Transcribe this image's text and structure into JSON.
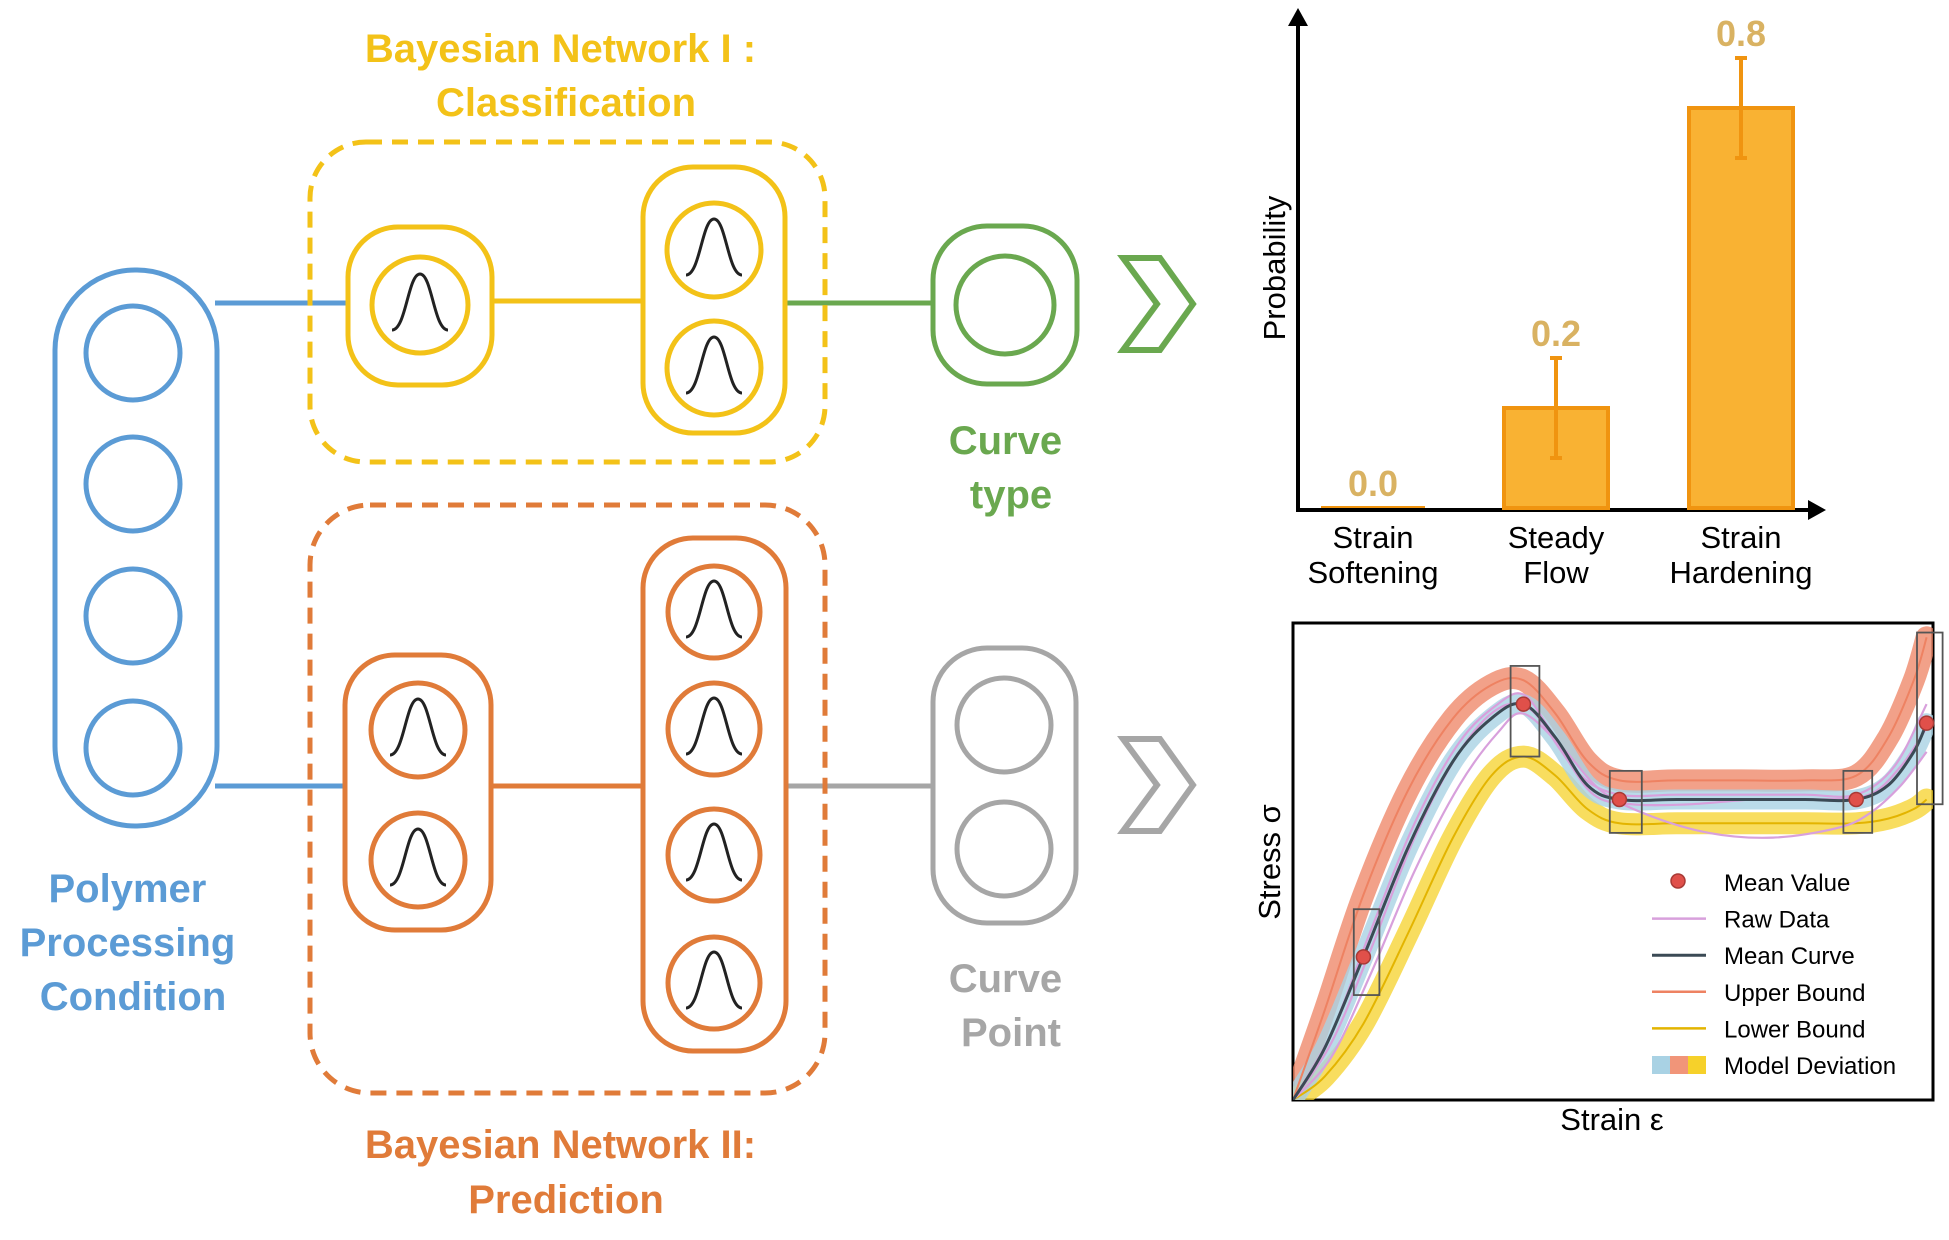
{
  "colors": {
    "blue": "#5b9bd5",
    "yellow": "#f3c218",
    "orange": "#e07b39",
    "green": "#6aa84f",
    "gray": "#a6a6a6",
    "bar_fill": "#f9b233",
    "bar_edge": "#f09410",
    "bar_value": "#d9b262",
    "upper_bound": "#ee8262",
    "lower_bound": "#f6d12a",
    "mean_curve": "#3b4a55",
    "raw_data": "#d8a0dc",
    "mean_value": "#e0504a",
    "band_blue": "#a9d2e4"
  },
  "labels": {
    "bn1_title": [
      "Bayesian Network I :",
      "Classification"
    ],
    "bn2_title": [
      "Bayesian Network II:",
      "Prediction"
    ],
    "input": [
      "Polymer",
      "Processing",
      "Condition"
    ],
    "curve_type": [
      "Curve",
      "type"
    ],
    "curve_point": [
      "Curve",
      "Point"
    ]
  },
  "icons": {
    "gaussian": "gaussian-distribution-icon",
    "arrow": "chevron-right-icon"
  },
  "chart_data": [
    {
      "type": "bar",
      "ylabel": "Probability",
      "categories": [
        [
          "Strain",
          "Softening"
        ],
        [
          "Steady",
          "Flow"
        ],
        [
          "Strain",
          "Hardening"
        ]
      ],
      "values": [
        0.0,
        0.2,
        0.8
      ],
      "value_labels": [
        "0.0",
        "0.2",
        "0.8"
      ],
      "error": [
        0.0,
        0.1,
        0.1
      ],
      "ylim": [
        0,
        1
      ],
      "grid": false
    },
    {
      "type": "line",
      "xlabel": "Strain ε",
      "ylabel": "Stress σ",
      "legend_position": "bottom-right",
      "legend": [
        "Mean Value",
        "Raw Data",
        "Mean Curve",
        "Upper Bound",
        "Lower Bound",
        "Model Deviation"
      ],
      "xlim": [
        0,
        1
      ],
      "ylim": [
        0,
        1
      ],
      "mean_points": {
        "x": [
          0.11,
          0.36,
          0.51,
          0.88,
          0.99
        ],
        "y": [
          0.3,
          0.83,
          0.63,
          0.63,
          0.79
        ]
      },
      "mean_curve": {
        "x": [
          0,
          0.05,
          0.11,
          0.18,
          0.25,
          0.31,
          0.36,
          0.41,
          0.46,
          0.51,
          0.6,
          0.7,
          0.8,
          0.88,
          0.93,
          0.97,
          0.99
        ],
        "y": [
          0,
          0.11,
          0.3,
          0.53,
          0.71,
          0.8,
          0.83,
          0.76,
          0.66,
          0.63,
          0.63,
          0.63,
          0.63,
          0.63,
          0.66,
          0.73,
          0.79
        ]
      },
      "upper_bound": {
        "x": [
          0,
          0.05,
          0.11,
          0.18,
          0.25,
          0.31,
          0.36,
          0.41,
          0.46,
          0.51,
          0.6,
          0.7,
          0.8,
          0.88,
          0.93,
          0.97,
          0.99
        ],
        "y": [
          0,
          0.19,
          0.43,
          0.65,
          0.8,
          0.87,
          0.88,
          0.81,
          0.71,
          0.67,
          0.67,
          0.67,
          0.67,
          0.68,
          0.76,
          0.88,
          0.97
        ]
      },
      "lower_bound": {
        "x": [
          0,
          0.05,
          0.11,
          0.18,
          0.25,
          0.31,
          0.36,
          0.41,
          0.46,
          0.51,
          0.6,
          0.7,
          0.8,
          0.88,
          0.93,
          0.97,
          0.99
        ],
        "y": [
          0,
          0.05,
          0.16,
          0.35,
          0.55,
          0.68,
          0.72,
          0.68,
          0.61,
          0.58,
          0.58,
          0.58,
          0.58,
          0.58,
          0.59,
          0.61,
          0.63
        ]
      },
      "raw_data": [
        {
          "x": [
            0,
            0.06,
            0.12,
            0.19,
            0.26,
            0.32,
            0.36,
            0.4,
            0.45,
            0.51,
            0.6,
            0.7,
            0.8,
            0.88,
            0.94,
            0.99
          ],
          "y": [
            0,
            0.14,
            0.35,
            0.58,
            0.75,
            0.83,
            0.85,
            0.78,
            0.68,
            0.64,
            0.64,
            0.64,
            0.64,
            0.64,
            0.7,
            0.83
          ]
        },
        {
          "x": [
            0,
            0.06,
            0.12,
            0.19,
            0.26,
            0.32,
            0.36,
            0.42,
            0.48,
            0.55,
            0.65,
            0.75,
            0.85,
            0.9,
            0.95,
            0.99
          ],
          "y": [
            0,
            0.09,
            0.26,
            0.48,
            0.66,
            0.77,
            0.81,
            0.74,
            0.65,
            0.6,
            0.56,
            0.55,
            0.57,
            0.6,
            0.66,
            0.73
          ]
        },
        {
          "x": [
            0,
            0.06,
            0.12,
            0.19,
            0.26,
            0.32,
            0.37,
            0.42,
            0.47,
            0.53,
            0.62,
            0.72,
            0.82,
            0.9,
            0.95,
            0.99
          ],
          "y": [
            0,
            0.12,
            0.31,
            0.55,
            0.73,
            0.82,
            0.82,
            0.73,
            0.64,
            0.62,
            0.62,
            0.63,
            0.63,
            0.64,
            0.7,
            0.78
          ]
        }
      ],
      "bounding_boxes": [
        {
          "x": [
            0.095,
            0.135
          ],
          "y": [
            0.22,
            0.4
          ]
        },
        {
          "x": [
            0.34,
            0.385
          ],
          "y": [
            0.72,
            0.91
          ]
        },
        {
          "x": [
            0.495,
            0.545
          ],
          "y": [
            0.56,
            0.69
          ]
        },
        {
          "x": [
            0.86,
            0.905
          ],
          "y": [
            0.56,
            0.69
          ]
        },
        {
          "x": [
            0.975,
            1.015
          ],
          "y": [
            0.62,
            0.98
          ]
        }
      ]
    }
  ]
}
